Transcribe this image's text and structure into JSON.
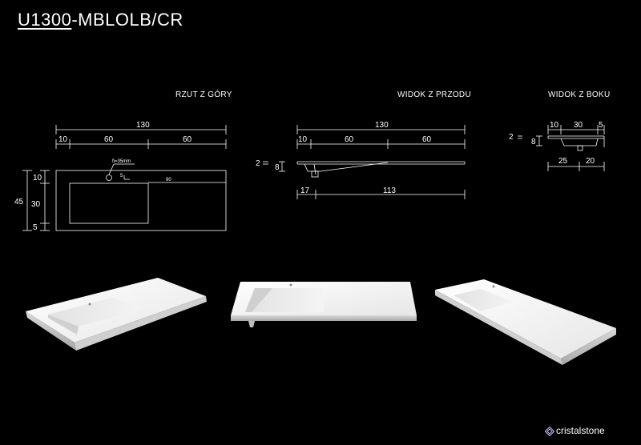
{
  "header": {
    "model_code": "U1300",
    "model_suffix": "-MBLOLB/CR"
  },
  "views": {
    "top": "RZUT Z GÓRY",
    "front": "WIDOK Z PRZODU",
    "side": "WIDOK Z BOKU"
  },
  "top_view": {
    "total": "130",
    "seg1": "10",
    "seg2": "60",
    "seg3": "60",
    "h_total": "45",
    "h1": "10",
    "h2": "30",
    "h3": "5",
    "hole": "fi=35mm",
    "hole_offset": "5",
    "inner": "90"
  },
  "front_view": {
    "total": "130",
    "seg1": "10",
    "seg2": "60",
    "seg3": "60",
    "thick_a": "2",
    "thick_b": "8",
    "bottom1": "17",
    "bottom2": "113"
  },
  "side_view": {
    "top1": "10",
    "top2": "30",
    "top3": "5",
    "thick_a": "2",
    "thick_b": "8",
    "bottom1": "25",
    "bottom2": "20"
  },
  "brand": {
    "name": "cristalstone"
  },
  "colors": {
    "background": "#000000",
    "line": "#ffffff"
  }
}
